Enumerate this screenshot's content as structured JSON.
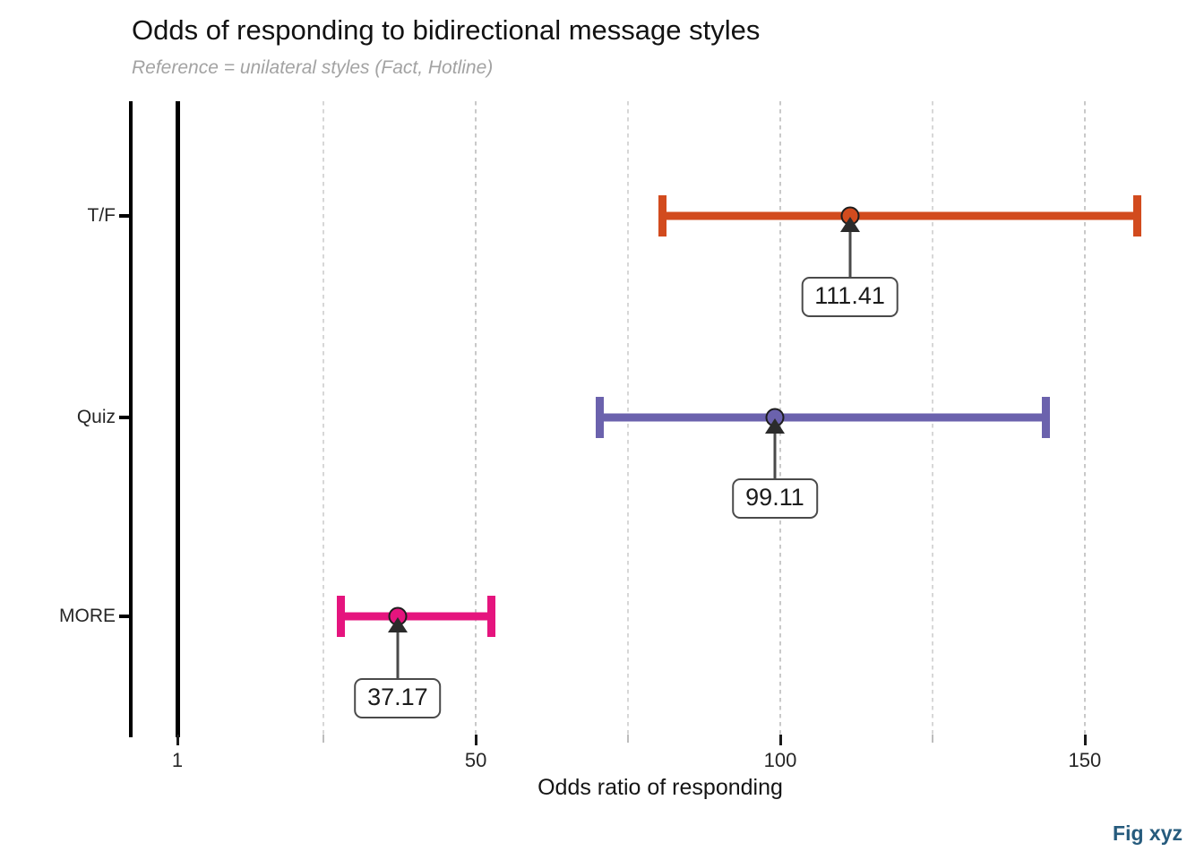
{
  "title": "Odds of responding to bidirectional message styles",
  "subtitle": "Reference = unilateral styles (Fact, Hotline)",
  "x_axis_title": "Odds ratio of responding",
  "fig_caption": "Fig xyz",
  "chart_data": {
    "type": "scatter",
    "title": "Odds of responding to bidirectional message styles",
    "subtitle": "Reference = unilateral styles (Fact, Hotline)",
    "xlabel": "Odds ratio of responding",
    "ylabel": "",
    "orientation": "horizontal",
    "grid": true,
    "legend": "none",
    "xlim": [
      1,
      160
    ],
    "xticks": [
      1,
      50,
      100,
      150
    ],
    "xtick_labels": [
      "1",
      "50",
      "100",
      "150"
    ],
    "x_minor_ticks": [
      25,
      75,
      125
    ],
    "reference_line": 1,
    "categories": [
      "T/F",
      "Quiz",
      "MORE"
    ],
    "series": [
      {
        "name": "T/F",
        "estimate": 111.41,
        "label": "111.41",
        "ci_low": 80.0,
        "ci_high": 159.3,
        "color": "#d24b1e"
      },
      {
        "name": "Quiz",
        "estimate": 99.11,
        "label": "99.11",
        "ci_low": 69.7,
        "ci_high": 144.3,
        "color": "#6b62ad"
      },
      {
        "name": "MORE",
        "estimate": 37.17,
        "label": "37.17",
        "ci_low": 27.2,
        "ci_high": 53.2,
        "color": "#e5147e"
      }
    ]
  }
}
